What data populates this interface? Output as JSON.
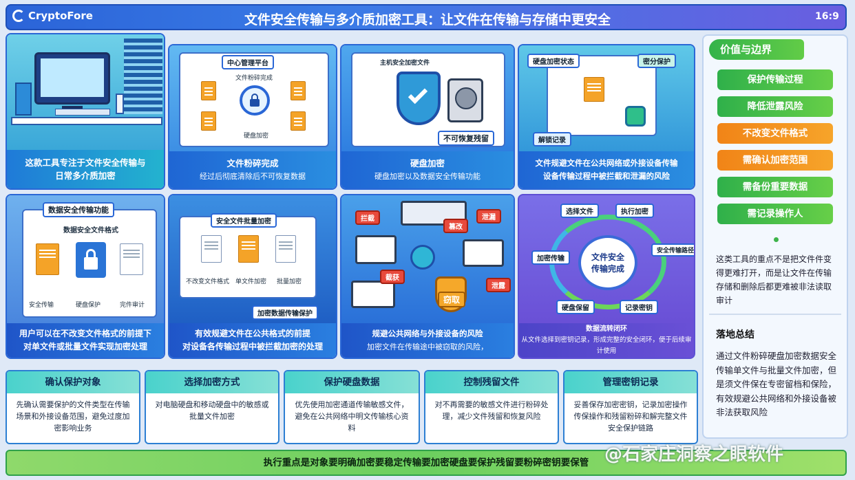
{
  "header": {
    "logo": "CryptoFore",
    "title": "文件安全传输与多介质加密工具：让文件在传输与存储中更安全",
    "ratio": "16:9"
  },
  "panels": [
    {
      "caption": [
        "这款工具专注于文件安全传输与",
        "日常多介质加密"
      ]
    },
    {
      "caption": [
        "文件粉碎完成",
        "经过后彻底清除后不可恢复数据"
      ],
      "labels": {
        "top": "中心管理平台",
        "doc": "文件粉碎完成",
        "bottom": "硬盘加密"
      }
    },
    {
      "caption": [
        "硬盘加密",
        "硬盘加密以及数据安全传输功能"
      ],
      "labels": {
        "top": "主机安全加密文件",
        "badge": "不可恢复残留"
      }
    },
    {
      "caption": [
        "文件规避文件在公共网络或外接设备传输",
        "设备传输过程中被拦截和泄漏的风险"
      ],
      "labels": {
        "status": "硬盘加密状态",
        "protect": "密分保护",
        "record": "解锁记录"
      }
    },
    {
      "caption": [
        "用户可以在不改变文件格式的前提下",
        "对单文件或批量文件实现加密处理"
      ],
      "labels": {
        "top": "数据安全传输功能",
        "sub": "数据安全文件格式",
        "items": [
          "安全传输",
          "硬盘保护",
          "完件审计"
        ]
      }
    },
    {
      "caption": [
        "有效规避文件在公共格式的前提",
        "对设备各传输过程中被拦截加密的处理"
      ],
      "labels": {
        "top": "安全文件批量加密",
        "items": [
          "不改变文件格式",
          "单文件加密",
          "批量加密"
        ],
        "bottom": "加密数据传输保护"
      }
    },
    {
      "caption": [
        "规避公共网络与外接设备的风险",
        "加密文件在传输途中被窃取的风险，"
      ],
      "labels": {
        "tags": [
          "拦截",
          "泄漏",
          "篡改",
          "窃取",
          "截获",
          "泄露"
        ]
      }
    },
    {
      "caption": [
        "数据流转闭环",
        "从文件选择到密钥记录，形成完整的安全闭环，便于后续审计使用"
      ],
      "cycle": [
        "选择文件",
        "执行加密",
        "安全传输路径",
        "记录密钥",
        "硬盘保留",
        "加密传输"
      ],
      "center": [
        "文件安全",
        "传输完成"
      ]
    }
  ],
  "values": {
    "title": "价值与边界",
    "items": [
      {
        "label": "保护传输过程",
        "color": "green"
      },
      {
        "label": "降低泄露风险",
        "color": "green"
      },
      {
        "label": "不改变文件格式",
        "color": "orange"
      },
      {
        "label": "需确认加密范围",
        "color": "orange"
      },
      {
        "label": "需备份重要数据",
        "color": "green"
      },
      {
        "label": "需记录操作人",
        "color": "green"
      }
    ],
    "note": "这类工具的重点不是把文件件变得更难打开，而是让文件在传输存储和删除后都更难被非法读取审计",
    "summary_title": "落地总结",
    "summary": "通过文件粉碎硬盘加密数据安全传输单文件与批量文件加密，但是须文件保在专密留档和保险，有效规避公共网络和外接设备被非法获取风险"
  },
  "cards": [
    {
      "title": "确认保护对象",
      "body": "先确认需要保护的文件类型在传输场景和外接设备范围，避免过度加密影响业务"
    },
    {
      "title": "选择加密方式",
      "body": "对电脑硬盘和移动硬盘中的敏感或批量文件加密"
    },
    {
      "title": "保护硬盘数据",
      "body": "优先使用加密通道传输敏感文件，避免在公共网络中明文传输核心资料"
    },
    {
      "title": "控制残留文件",
      "body": "对不再需要的敏感文件进行粉碎处理，减少文件残留和恢复风险"
    },
    {
      "title": "管理密钥记录",
      "body": "妥善保存加密密钥，记录加密操作传保操作和残留粉碎和解完整文件安全保护链路"
    }
  ],
  "bottom": "执行重点是对象要明确加密要稳定传输要加密硬盘要保护残留要粉碎密钥要保管",
  "watermark": "@石家庄洞察之眼软件"
}
